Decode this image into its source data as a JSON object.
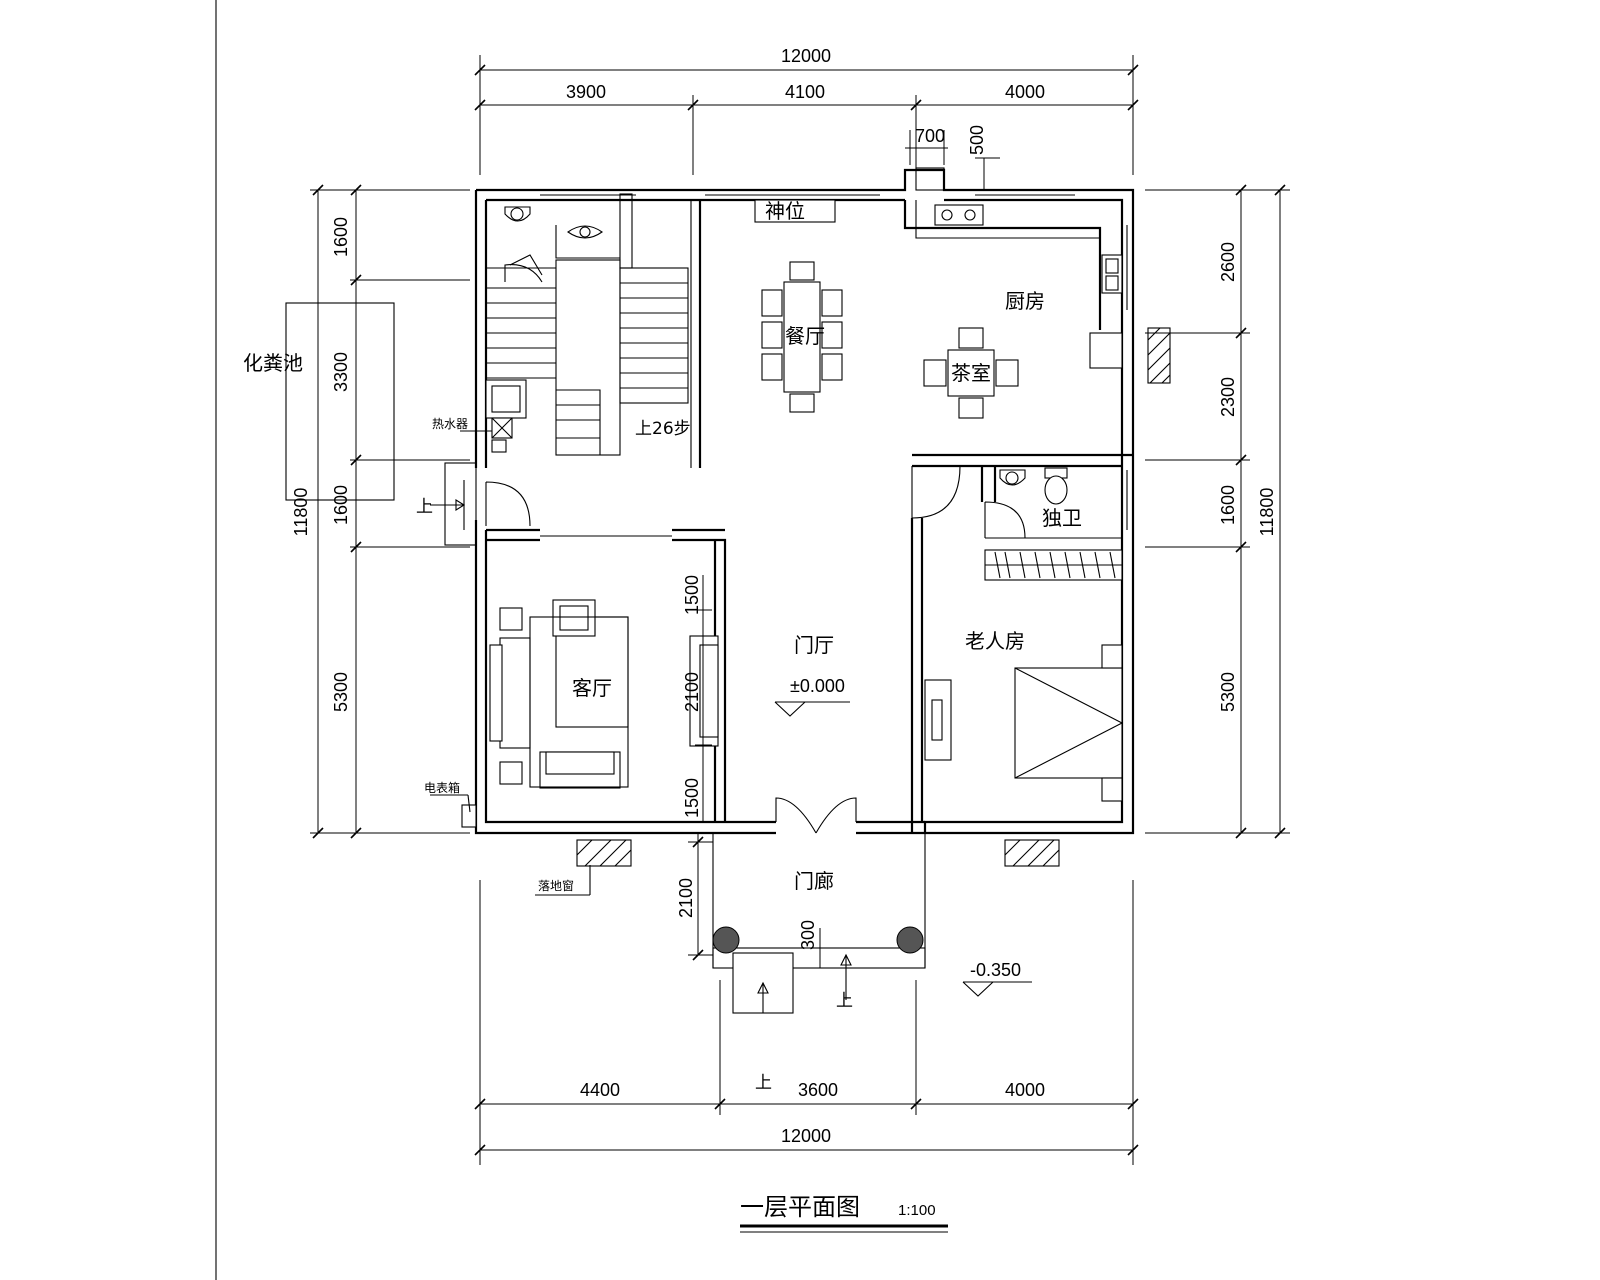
{
  "rooms": {
    "shrine": "神位",
    "dining": "餐厅",
    "kitchen": "厨房",
    "tea_room": "茶室",
    "elder_room": "老人房",
    "bathroom": "独卫",
    "hall": "门厅",
    "living": "客厅",
    "porch": "门廊",
    "septic": "化粪池"
  },
  "labels": {
    "water_heater": "热水器",
    "meter_box": "电表箱",
    "french_window": "落地窗",
    "stairs_up": "上26步",
    "up": "上",
    "level_hall": "±0.000",
    "level_porch": "-0.350"
  },
  "dimensions": {
    "top_total": "12000",
    "top_segments": [
      "3900",
      "4100",
      "4000"
    ],
    "top_small": [
      "700",
      "500"
    ],
    "left_total": "11800",
    "left_segments": [
      "1600",
      "3300",
      "1600",
      "5300"
    ],
    "right_total": "11800",
    "right_segments": [
      "2600",
      "2300",
      "1600",
      "5300"
    ],
    "hall_segments": [
      "1500",
      "2100",
      "1500"
    ],
    "porch_depth": "2100",
    "porch_step": "300",
    "bottom_segments": [
      "4400",
      "3600",
      "4000"
    ],
    "bottom_total": "12000"
  },
  "title": {
    "main": "一层平面图",
    "scale": "1:100"
  }
}
